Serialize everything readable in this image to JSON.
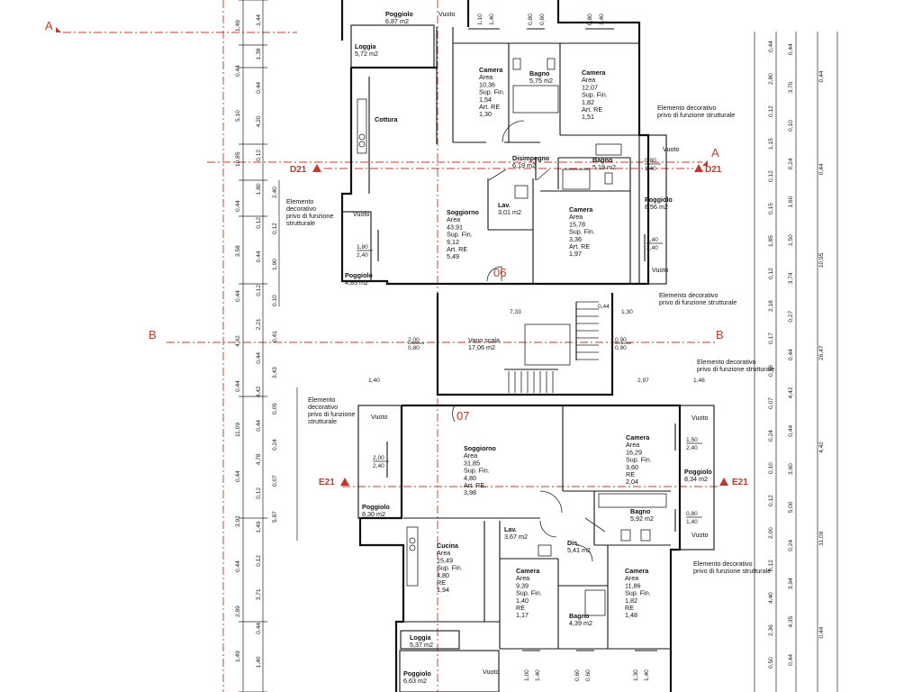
{
  "sections": {
    "A_left": "A",
    "A_right": "A",
    "B_left": "B",
    "B_right": "B",
    "D21_left": "D21",
    "D21_right": "D21",
    "E21_left": "E21",
    "E21_right": "E21"
  },
  "units": {
    "u06": "06",
    "u07": "07"
  },
  "rooms_top": {
    "poggiolo_top": [
      "Poggiolo",
      "6,87 m2"
    ],
    "loggia_top": [
      "Loggia",
      "5,72 m2"
    ],
    "cottura": [
      "Cottura"
    ],
    "camera1": [
      "Camera",
      "Area",
      "10,36",
      "Sup. Fin.",
      "1,54",
      "Art. RE",
      "1,30"
    ],
    "bagno1": [
      "Bagno",
      "5,75 m2"
    ],
    "camera2": [
      "Camera",
      "Area",
      "12,07",
      "Sup. Fin.",
      "1,82",
      "Art. RE",
      "1,51"
    ],
    "disimpegno": [
      "Disimpegno",
      "6,19 m2"
    ],
    "bagno2": [
      "Bagno",
      "5,19 m2"
    ],
    "lav1": [
      "Lav.",
      "3,01 m2"
    ],
    "soggiorno1": [
      "Soggiorno",
      "Area",
      "43,91",
      "Sup. Fin.",
      "9,12",
      "Art. RE",
      "5,49"
    ],
    "camera3": [
      "Camera",
      "Area",
      "15,78",
      "Sup. Fin.",
      "3,36",
      "Art. RE",
      "1,97"
    ],
    "poggiolo_right_top": [
      "Poggiolo",
      "8,56 m2"
    ],
    "poggiolo_left_top": [
      "Poggiolo",
      "4,85 m2"
    ]
  },
  "vano_scala": [
    "Vano scala",
    "17,06 m2"
  ],
  "rooms_bottom": {
    "soggiorno2": [
      "Soggiorno",
      "Area",
      "31,85",
      "Sup. Fin.",
      "4,80",
      "Art. RE.",
      "3,98"
    ],
    "camera4": [
      "Camera",
      "Area",
      "16,29",
      "Sup. Fin.",
      "3,60",
      "RE",
      "2,04"
    ],
    "poggiolo_right_bot": [
      "Poggiolo",
      "8,34 m2"
    ],
    "poggiolo_left_bot": [
      "Poggiolo",
      "8,30 m2"
    ],
    "bagno3": [
      "Bagno",
      "5,92 m2"
    ],
    "lav2": [
      "Lav.",
      "3,67 m2"
    ],
    "dis": [
      "Dis.",
      "5,41 m2"
    ],
    "cucina": [
      "Cucina",
      "Area",
      "15,49",
      "Sup. Fin.",
      "4,80",
      "RE",
      "1,94"
    ],
    "camera5": [
      "Camera",
      "Area",
      "9,39",
      "Sup. Fin.",
      "1,40",
      "RE",
      "1,17"
    ],
    "camera6": [
      "Camera",
      "Area",
      "11,86",
      "Sup. Fin.",
      "1,82",
      "RE",
      "1,48"
    ],
    "bagno4": [
      "Bagno",
      "4,39 m2"
    ],
    "loggia_bot": [
      "Loggia",
      "5,37 m2"
    ],
    "poggiolo_bot": [
      "Poggiolo",
      "6,63 m2"
    ]
  },
  "notes": {
    "vuoto": "Vuoto",
    "elemento": [
      "Elemento decorativo",
      "privo di funzione strutturale"
    ],
    "elemento_left": [
      "Elemento",
      "decorativo",
      "privo di funzione",
      "strutturale"
    ]
  },
  "window_dims": {
    "w1": [
      "1,80",
      "2,40"
    ],
    "w2": [
      "0,80",
      "1,40"
    ],
    "w3": [
      "1,40",
      "2,40"
    ],
    "w4": [
      "2,00",
      "0,80"
    ],
    "w5": [
      "0,90",
      "0,90"
    ],
    "w6": [
      "1,50",
      "2,40"
    ],
    "w7": [
      "2,00",
      "2,40"
    ],
    "w8": [
      "0,80",
      "1,40"
    ]
  },
  "plan_dims": {
    "d733": "7,33",
    "d044": "0,44",
    "d130": "1,30",
    "d140a": "1,40",
    "d297": "2,97",
    "d146": "1,46"
  },
  "dim_left_outer": [
    "1,49",
    "0,44",
    "5,10",
    "10,85",
    "0,44",
    "3,58",
    "0,44",
    "4,42",
    "0,44",
    "11,09",
    "0,44",
    "3,92",
    "0,44",
    "2,89",
    "1,49"
  ],
  "dim_left_inner": [
    "1,44",
    "1,38",
    "0,44",
    "4,20",
    "0,12",
    "1,80",
    "0,12",
    "0,44",
    "0,12",
    "2,21",
    "0,44",
    "4,42",
    "0,44",
    "4,78",
    "0,12",
    "1,49",
    "0,12",
    "3,71",
    "0,44",
    "1,40"
  ],
  "dim_left_inner2": [
    "2,40",
    "0,12",
    "1,90",
    "0,10",
    "0,41",
    "3,43",
    "0,05",
    "0,24",
    "0,07",
    "5,87"
  ],
  "dim_right_outer": [
    "0,44",
    "0,44",
    "10,95",
    "26,47",
    "4,42",
    "11,09",
    "0,44"
  ],
  "dim_right_inner": [
    "0,44",
    "3,70",
    "0,10",
    "0,24",
    "1,60",
    "1,50",
    "3,74",
    "0,27",
    "0,44",
    "4,42",
    "0,44",
    "3,60",
    "5,00",
    "0,24",
    "3,94",
    "4,35",
    "0,44"
  ],
  "dim_right_inner2": [
    "0,44",
    "2,80",
    "0,12",
    "1,15",
    "0,12",
    "0,15",
    "1,85",
    "0,12",
    "2,18",
    "0,17",
    "0,10",
    "0,07",
    "0,24",
    "0,10",
    "0,12",
    "2,00",
    "0,12",
    "4,40",
    "2,36",
    "0,50"
  ],
  "dim_bottom_windows": [
    "1,00",
    "1,40",
    "0,60",
    "0,60",
    "1,30",
    "1,40"
  ],
  "dim_top_windows": [
    "1,10",
    "1,40",
    "0,80",
    "0,60",
    "0,80",
    "1,40"
  ]
}
